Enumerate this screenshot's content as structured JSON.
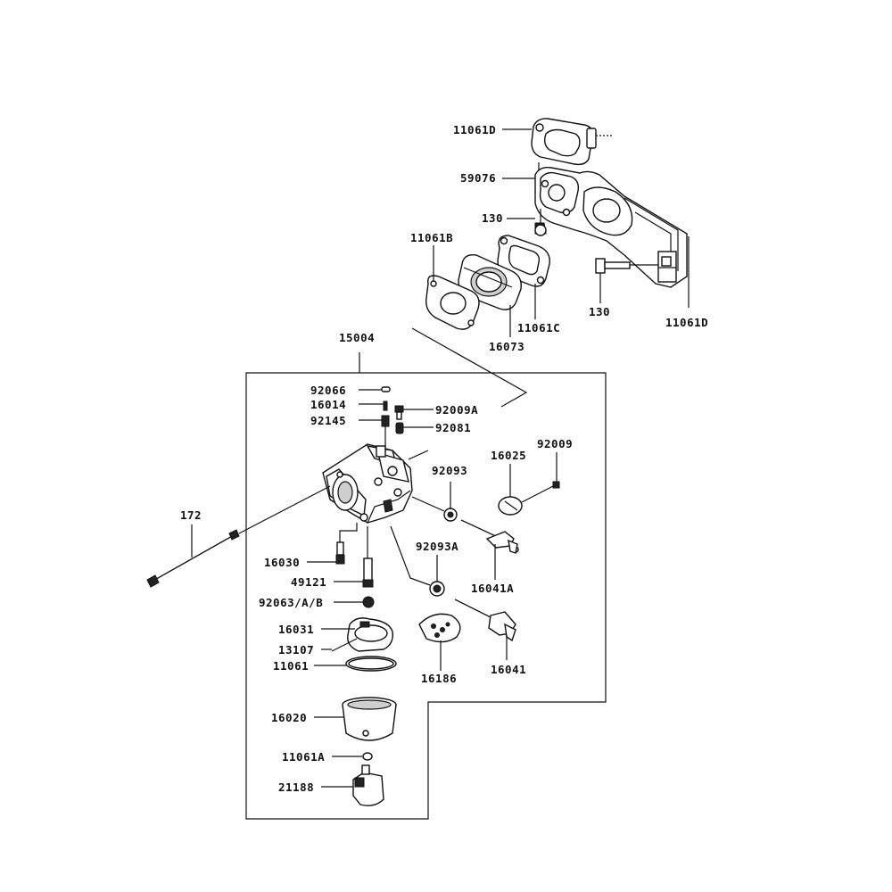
{
  "labels": {
    "l11061d_top": "11061D",
    "l59076": "59076",
    "l130_a": "130",
    "l11061b": "11061B",
    "l130_b": "130",
    "l11061d_right": "11061D",
    "l11061c": "11061C",
    "l16073": "16073",
    "l15004": "15004",
    "l92066": "92066",
    "l16014": "16014",
    "l92145": "92145",
    "l92009a": "92009A",
    "l92081": "92081",
    "l92009": "92009",
    "l16025": "16025",
    "l92093": "92093",
    "l172": "172",
    "l16030": "16030",
    "l49121": "49121",
    "l92063": "92063/A/B",
    "l92093a": "92093A",
    "l16041a": "16041A",
    "l16031": "16031",
    "l13107": "13107",
    "l11061": "11061",
    "l16186": "16186",
    "l16041": "16041",
    "l16020": "16020",
    "l11061a": "11061A",
    "l21188": "21188"
  }
}
